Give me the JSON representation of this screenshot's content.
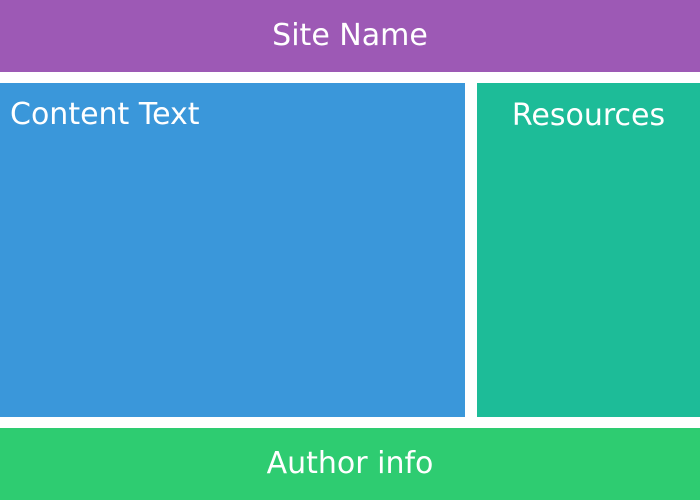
{
  "page": {
    "background": "#ffffff",
    "text_color": "#ffffff"
  },
  "header": {
    "label": "Site Name",
    "background": "#9d59b5"
  },
  "content": {
    "label": "Content Text",
    "background": "#3a97da"
  },
  "sidebar": {
    "label": "Resources",
    "background": "#1dbc98"
  },
  "footer": {
    "label": "Author info",
    "background": "#2ecc71"
  }
}
